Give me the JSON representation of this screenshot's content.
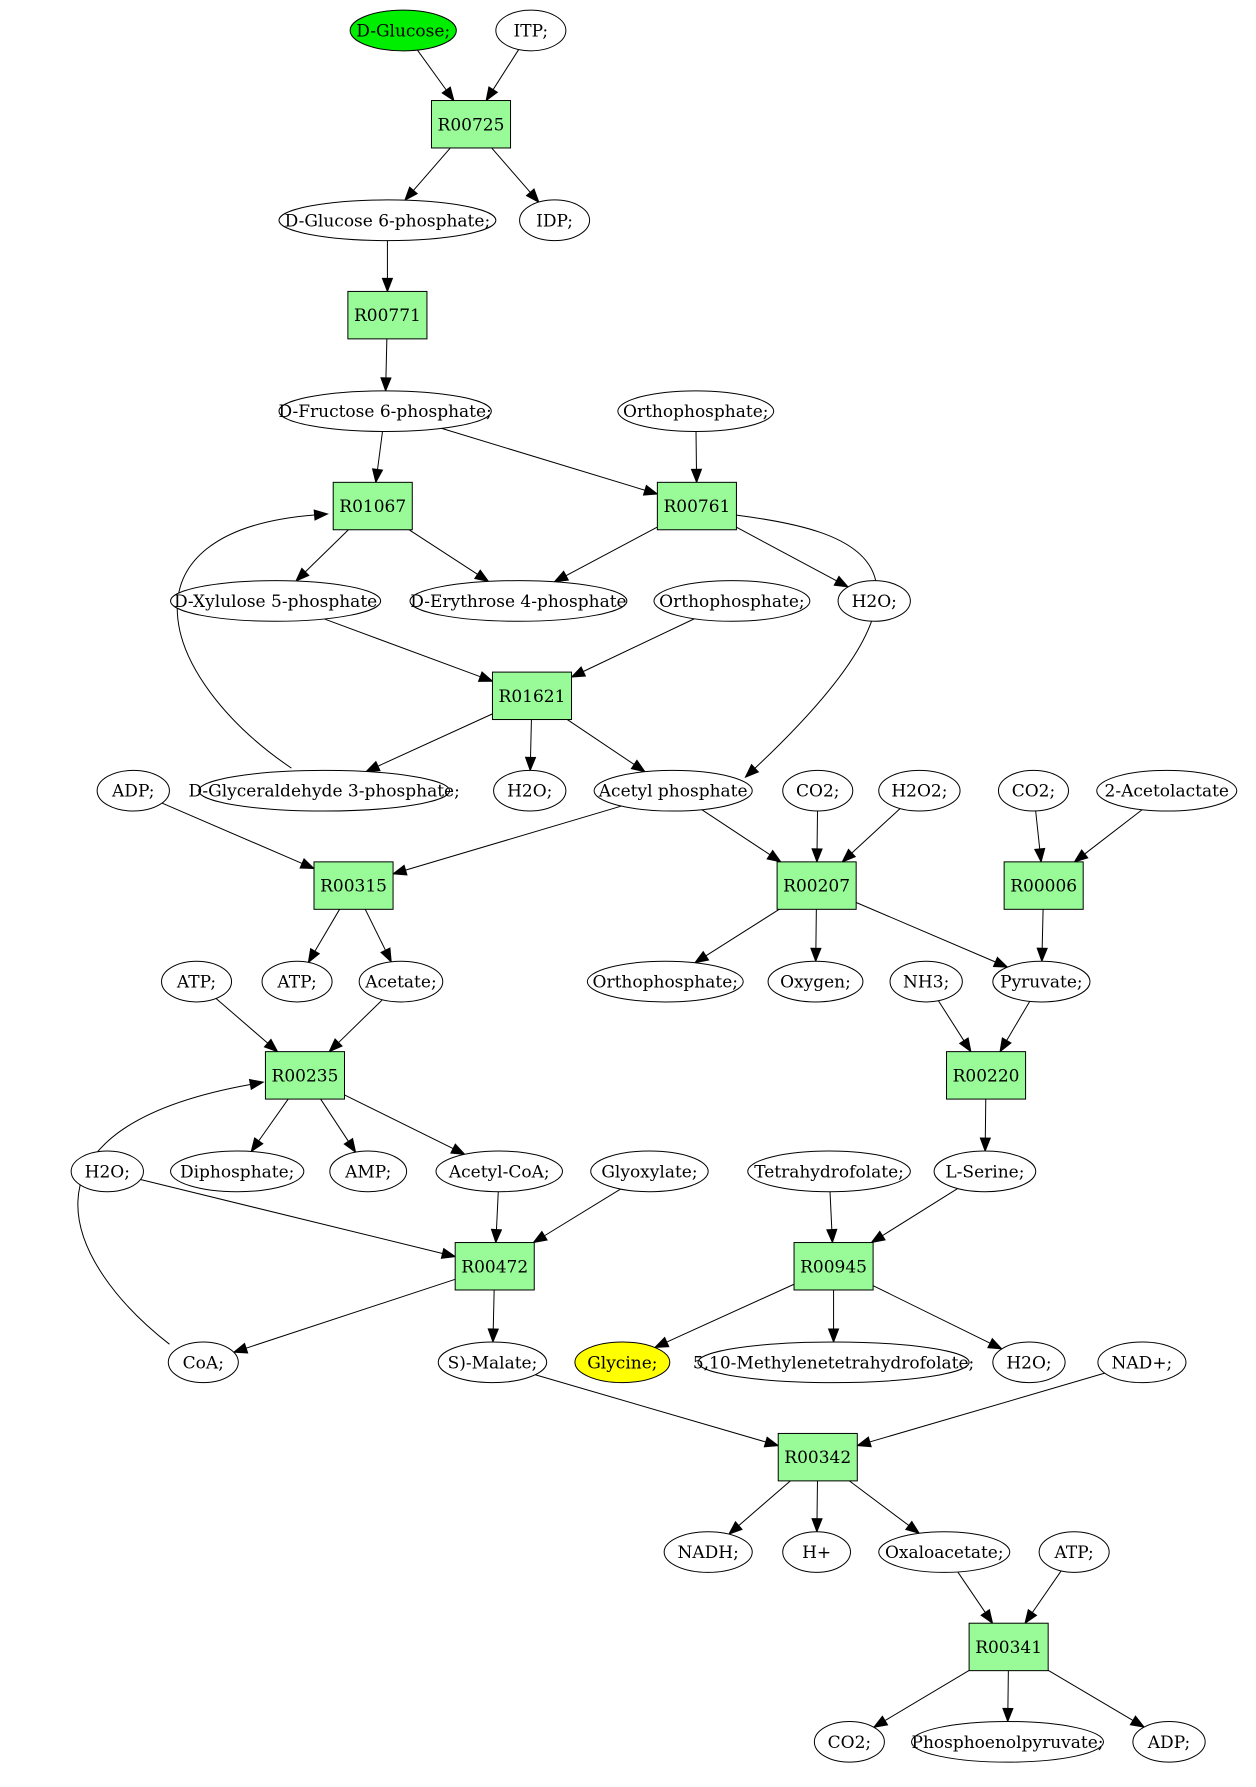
{
  "colors": {
    "reaction_fill": "#98fb98",
    "start_fill": "#00ee00",
    "target_fill": "#ffff00",
    "default_fill": "#ffffff"
  },
  "nodes": [
    {
      "id": "glc",
      "label": "D-Glucose;",
      "shape": "ellipse",
      "fill": "start"
    },
    {
      "id": "itp",
      "label": "ITP;",
      "shape": "ellipse"
    },
    {
      "id": "r00725",
      "label": "R00725",
      "shape": "box"
    },
    {
      "id": "g6p",
      "label": "D-Glucose 6-phosphate;",
      "shape": "ellipse"
    },
    {
      "id": "idp",
      "label": "IDP;",
      "shape": "ellipse"
    },
    {
      "id": "r00771",
      "label": "R00771",
      "shape": "box"
    },
    {
      "id": "f6p",
      "label": "D-Fructose 6-phosphate;",
      "shape": "ellipse"
    },
    {
      "id": "pi1",
      "label": "Orthophosphate;",
      "shape": "ellipse"
    },
    {
      "id": "r01067",
      "label": "R01067",
      "shape": "box"
    },
    {
      "id": "r00761",
      "label": "R00761",
      "shape": "box"
    },
    {
      "id": "x5p",
      "label": "D-Xylulose 5-phosphate",
      "shape": "ellipse"
    },
    {
      "id": "e4p",
      "label": "D-Erythrose 4-phosphate",
      "shape": "ellipse"
    },
    {
      "id": "pi2",
      "label": "Orthophosphate;",
      "shape": "ellipse"
    },
    {
      "id": "h2o1",
      "label": "H2O;",
      "shape": "ellipse"
    },
    {
      "id": "r01621",
      "label": "R01621",
      "shape": "box"
    },
    {
      "id": "adp1",
      "label": "ADP;",
      "shape": "ellipse"
    },
    {
      "id": "gap",
      "label": "D-Glyceraldehyde 3-phosphate;",
      "shape": "ellipse"
    },
    {
      "id": "h2o2",
      "label": "H2O;",
      "shape": "ellipse"
    },
    {
      "id": "acp",
      "label": "Acetyl phosphate",
      "shape": "ellipse"
    },
    {
      "id": "co2a",
      "label": "CO2;",
      "shape": "ellipse"
    },
    {
      "id": "h2o2b",
      "label": "H2O2;",
      "shape": "ellipse"
    },
    {
      "id": "co2b",
      "label": "CO2;",
      "shape": "ellipse"
    },
    {
      "id": "acl",
      "label": "2-Acetolactate",
      "shape": "ellipse"
    },
    {
      "id": "r00315",
      "label": "R00315",
      "shape": "box"
    },
    {
      "id": "r00207",
      "label": "R00207",
      "shape": "box"
    },
    {
      "id": "r00006",
      "label": "R00006",
      "shape": "box"
    },
    {
      "id": "atp1",
      "label": "ATP;",
      "shape": "ellipse"
    },
    {
      "id": "atp2",
      "label": "ATP;",
      "shape": "ellipse"
    },
    {
      "id": "ace",
      "label": "Acetate;",
      "shape": "ellipse"
    },
    {
      "id": "pi3",
      "label": "Orthophosphate;",
      "shape": "ellipse"
    },
    {
      "id": "o2",
      "label": "Oxygen;",
      "shape": "ellipse"
    },
    {
      "id": "nh3",
      "label": "NH3;",
      "shape": "ellipse"
    },
    {
      "id": "pyr",
      "label": "Pyruvate;",
      "shape": "ellipse"
    },
    {
      "id": "r00235",
      "label": "R00235",
      "shape": "box"
    },
    {
      "id": "r00220",
      "label": "R00220",
      "shape": "box"
    },
    {
      "id": "h2o3",
      "label": "H2O;",
      "shape": "ellipse"
    },
    {
      "id": "ppi",
      "label": "Diphosphate;",
      "shape": "ellipse"
    },
    {
      "id": "amp",
      "label": "AMP;",
      "shape": "ellipse"
    },
    {
      "id": "accoa",
      "label": "Acetyl-CoA;",
      "shape": "ellipse"
    },
    {
      "id": "glx",
      "label": "Glyoxylate;",
      "shape": "ellipse"
    },
    {
      "id": "thf",
      "label": "Tetrahydrofolate;",
      "shape": "ellipse"
    },
    {
      "id": "ser",
      "label": "L-Serine;",
      "shape": "ellipse"
    },
    {
      "id": "r00472",
      "label": "R00472",
      "shape": "box"
    },
    {
      "id": "r00945",
      "label": "R00945",
      "shape": "box"
    },
    {
      "id": "coa",
      "label": "CoA;",
      "shape": "ellipse"
    },
    {
      "id": "mal",
      "label": "S)-Malate;",
      "shape": "ellipse"
    },
    {
      "id": "gly",
      "label": "Glycine;",
      "shape": "ellipse",
      "fill": "target"
    },
    {
      "id": "mthf",
      "label": "5,10-Methylenetetrahydrofolate;",
      "shape": "ellipse"
    },
    {
      "id": "h2o4",
      "label": "H2O;",
      "shape": "ellipse"
    },
    {
      "id": "nad",
      "label": "NAD+;",
      "shape": "ellipse"
    },
    {
      "id": "r00342",
      "label": "R00342",
      "shape": "box"
    },
    {
      "id": "nadh",
      "label": "NADH;",
      "shape": "ellipse"
    },
    {
      "id": "hplus",
      "label": "H+",
      "shape": "ellipse"
    },
    {
      "id": "oaa",
      "label": "Oxaloacetate;",
      "shape": "ellipse"
    },
    {
      "id": "atp3",
      "label": "ATP;",
      "shape": "ellipse"
    },
    {
      "id": "r00341",
      "label": "R00341",
      "shape": "box"
    },
    {
      "id": "co2c",
      "label": "CO2;",
      "shape": "ellipse"
    },
    {
      "id": "pep",
      "label": "Phosphoenolpyruvate;",
      "shape": "ellipse"
    },
    {
      "id": "adp2",
      "label": "ADP;",
      "shape": "ellipse"
    }
  ],
  "edges": [
    [
      "glc",
      "r00725"
    ],
    [
      "itp",
      "r00725"
    ],
    [
      "r00725",
      "g6p"
    ],
    [
      "r00725",
      "idp"
    ],
    [
      "g6p",
      "r00771"
    ],
    [
      "r00771",
      "f6p"
    ],
    [
      "f6p",
      "r01067"
    ],
    [
      "f6p",
      "r00761"
    ],
    [
      "pi1",
      "r00761"
    ],
    [
      "r01067",
      "x5p"
    ],
    [
      "r01067",
      "e4p"
    ],
    [
      "r00761",
      "e4p"
    ],
    [
      "r00761",
      "h2o1"
    ],
    [
      "r00761",
      "acp"
    ],
    [
      "x5p",
      "r01621"
    ],
    [
      "pi2",
      "r01621"
    ],
    [
      "r01621",
      "gap"
    ],
    [
      "r01621",
      "h2o2"
    ],
    [
      "r01621",
      "acp"
    ],
    [
      "gap",
      "r01067"
    ],
    [
      "adp1",
      "r00315"
    ],
    [
      "acp",
      "r00315"
    ],
    [
      "acp",
      "r00207"
    ],
    [
      "co2a",
      "r00207"
    ],
    [
      "h2o2b",
      "r00207"
    ],
    [
      "co2b",
      "r00006"
    ],
    [
      "acl",
      "r00006"
    ],
    [
      "r00315",
      "atp2"
    ],
    [
      "r00315",
      "ace"
    ],
    [
      "r00207",
      "pi3"
    ],
    [
      "r00207",
      "o2"
    ],
    [
      "r00207",
      "pyr"
    ],
    [
      "r00006",
      "pyr"
    ],
    [
      "atp1",
      "r00235"
    ],
    [
      "ace",
      "r00235"
    ],
    [
      "nh3",
      "r00220"
    ],
    [
      "pyr",
      "r00220"
    ],
    [
      "r00235",
      "ppi"
    ],
    [
      "r00235",
      "amp"
    ],
    [
      "r00235",
      "accoa"
    ],
    [
      "r00220",
      "ser"
    ],
    [
      "h2o3",
      "r00472"
    ],
    [
      "accoa",
      "r00472"
    ],
    [
      "glx",
      "r00472"
    ],
    [
      "thf",
      "r00945"
    ],
    [
      "ser",
      "r00945"
    ],
    [
      "r00472",
      "coa"
    ],
    [
      "r00472",
      "mal"
    ],
    [
      "coa",
      "r00235"
    ],
    [
      "r00945",
      "gly"
    ],
    [
      "r00945",
      "mthf"
    ],
    [
      "r00945",
      "h2o4"
    ],
    [
      "mal",
      "r00342"
    ],
    [
      "nad",
      "r00342"
    ],
    [
      "r00342",
      "nadh"
    ],
    [
      "r00342",
      "hplus"
    ],
    [
      "r00342",
      "oaa"
    ],
    [
      "oaa",
      "r00341"
    ],
    [
      "atp3",
      "r00341"
    ],
    [
      "r00341",
      "co2c"
    ],
    [
      "r00341",
      "pep"
    ],
    [
      "r00341",
      "adp2"
    ]
  ]
}
